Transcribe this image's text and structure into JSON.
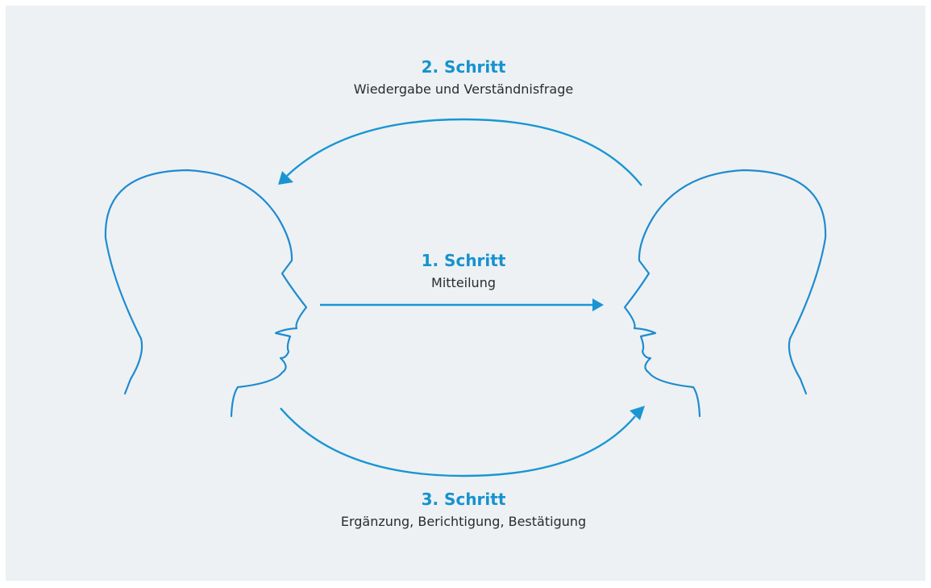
{
  "colors": {
    "background": "#edf1f3",
    "accent": "#1a95d3",
    "text": "#2b2b2b"
  },
  "steps": [
    {
      "title": "1. Schritt",
      "description": "Mitteilung"
    },
    {
      "title": "2. Schritt",
      "description": "Wiedergabe und Verständnisfrage"
    },
    {
      "title": "3. Schritt",
      "description": "Ergänzung, Berichtigung, Bestätigung"
    }
  ],
  "figures": [
    "left-head-profile",
    "right-head-profile"
  ]
}
